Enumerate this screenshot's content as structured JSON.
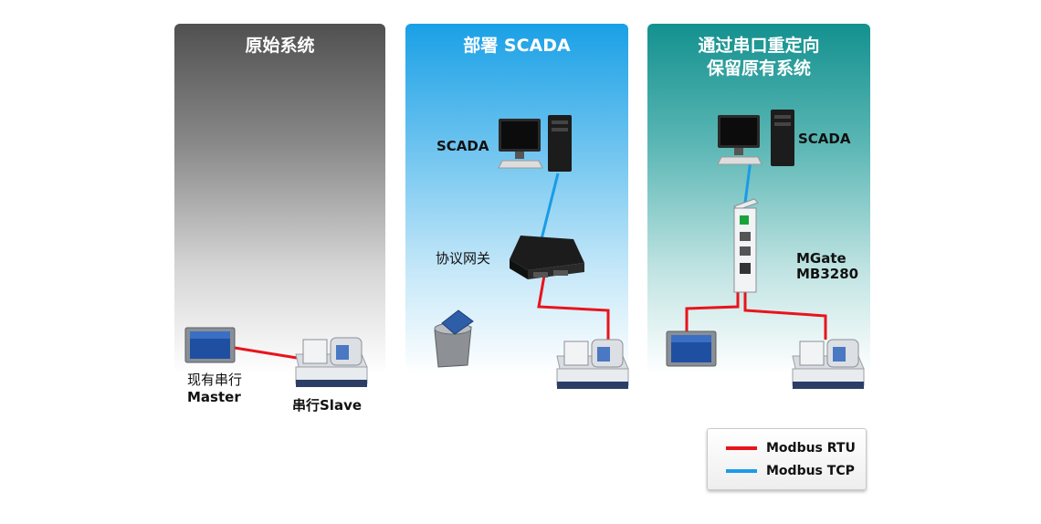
{
  "panels": {
    "original": {
      "title": "原始系统"
    },
    "deploy": {
      "title": "部署 SCADA"
    },
    "redirect": {
      "title_line1": "通过串口重定向",
      "title_line2": "保留原有系统"
    }
  },
  "labels": {
    "master_cn": "现有串行",
    "master_en": "Master",
    "slave": "串行Slave",
    "scada_left": "SCADA",
    "gateway": "协议网关",
    "scada_right": "SCADA",
    "mgate_line1": "MGate",
    "mgate_line2": "MB3280"
  },
  "legend": {
    "items": [
      {
        "label": "Modbus RTU",
        "color": "#e8141c"
      },
      {
        "label": "Modbus TCP",
        "color": "#1b9be6"
      }
    ]
  },
  "colors": {
    "rtu": "#e8141c",
    "tcp": "#1b9be6"
  }
}
